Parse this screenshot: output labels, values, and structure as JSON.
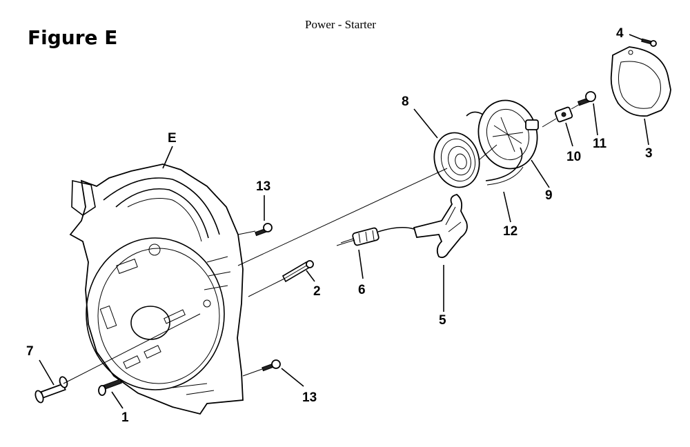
{
  "figure_label": "Figure E",
  "title": "Power - Starter",
  "callouts": {
    "c1": "1",
    "c2": "2",
    "c3": "3",
    "c4": "4",
    "c5": "5",
    "c6": "6",
    "c7": "7",
    "c8": "8",
    "c9": "9",
    "c10": "10",
    "c11": "11",
    "c12": "12",
    "c13a": "13",
    "c13b": "13",
    "cE": "E"
  }
}
